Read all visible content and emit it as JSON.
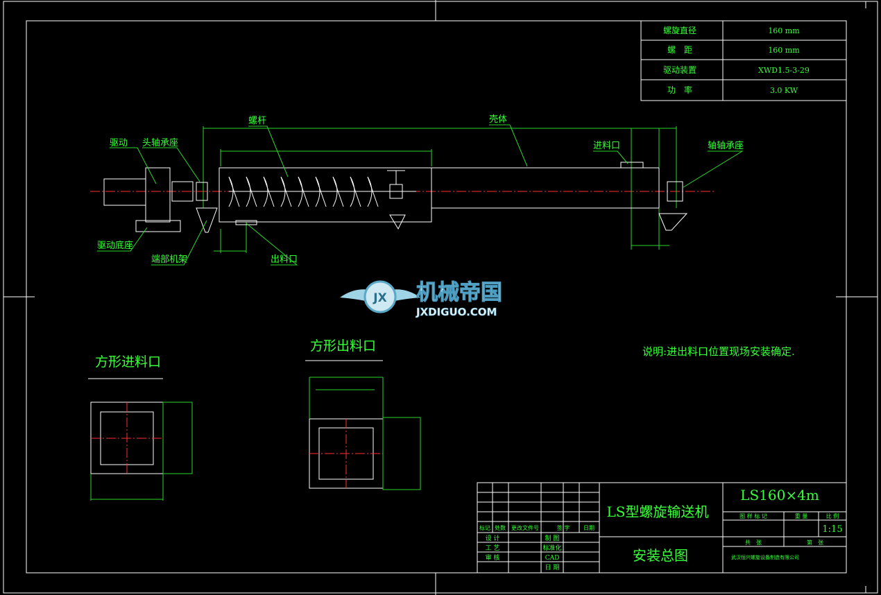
{
  "spec_table": [
    {
      "label": "螺旋直径",
      "value": "160 mm"
    },
    {
      "label": "螺　距",
      "value": "160 mm"
    },
    {
      "label": "驱动装置",
      "value": "XWD1.5-3-29"
    },
    {
      "label": "功　率",
      "value": "3.0 KW"
    }
  ],
  "labels": {
    "screw": "螺杆",
    "shell": "壳体",
    "drive": "驱动",
    "head_bearing": "头轴承座",
    "inlet": "进料口",
    "tail_bearing": "轴轴承座",
    "drive_base": "驱动底座",
    "end_frame": "端部机架",
    "outlet": "出料口",
    "square_inlet": "方形进料口",
    "square_outlet": "方形出料口",
    "note": "说明:进出料口位置现场安装确定."
  },
  "watermark": {
    "cn": "机械帝国",
    "en": "JXDIGUO.COM",
    "badge": "JX"
  },
  "title_block": {
    "model": "LS160×4m",
    "name": "LS型螺旋输送机",
    "drawing": "安装总图",
    "scale_header": [
      "图 样 标 记",
      "重 量",
      "比 例"
    ],
    "scale": "1:15",
    "sheet": [
      "共　张",
      "第　张"
    ],
    "company": "武汉恒兴螺旋设备制造有限公司",
    "rev_header": [
      "标记",
      "处数",
      "更改文件号",
      "签 字",
      "日期"
    ],
    "roles": [
      {
        "left": "设 计",
        "right": "制 图"
      },
      {
        "left": "工 艺",
        "right": "标准化"
      },
      {
        "left": "审 核",
        "right": "CAD"
      },
      {
        "left": "",
        "right": "日 期"
      }
    ]
  }
}
